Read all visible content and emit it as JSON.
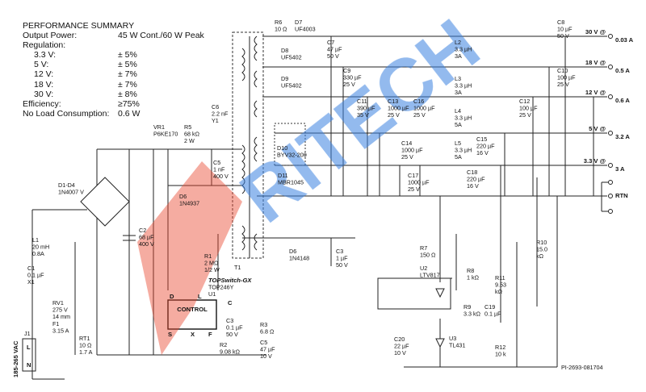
{
  "summary": {
    "title": "PERFORMANCE SUMMARY",
    "output_power_label": "Output Power:",
    "output_power_value": "45 W Cont./60 W Peak",
    "regulation_label": "Regulation:",
    "regulation": [
      {
        "rail": "3.3 V:",
        "value": "± 5%"
      },
      {
        "rail": "5 V:",
        "value": "± 5%"
      },
      {
        "rail": "12 V:",
        "value": "± 7%"
      },
      {
        "rail": "18 V:",
        "value": "± 7%"
      },
      {
        "rail": "30 V:",
        "value": "± 8%"
      }
    ],
    "efficiency_label": "Efficiency:",
    "efficiency_value": "≥75%",
    "no_load_label": "No Load Consumption:",
    "no_load_value": "0.6 W"
  },
  "outputs": [
    {
      "voltage": "30 V @",
      "current": "0.03 A"
    },
    {
      "voltage": "18 V @",
      "current": "0.5 A"
    },
    {
      "voltage": "12 V @",
      "current": "0.6 A"
    },
    {
      "voltage": "5 V @",
      "current": "3.2 A"
    },
    {
      "voltage": "3.3 V @",
      "current": "3 A"
    },
    {
      "voltage": "RTN",
      "current": ""
    }
  ],
  "components": {
    "r6": [
      "R6",
      "10 Ω"
    ],
    "d7": [
      "D7",
      "UF4003"
    ],
    "c7": [
      "C7",
      "47 µF",
      "50 V"
    ],
    "c8": [
      "C8",
      "10 µF",
      "50 V"
    ],
    "d8": [
      "D8",
      "UF5402"
    ],
    "l2": [
      "L2",
      "3.3 µH",
      "3A"
    ],
    "c9": [
      "C9",
      "330 µF",
      "25 V"
    ],
    "d9": [
      "D9",
      "UF5402"
    ],
    "l3": [
      "L3",
      "3.3 µH",
      "3A"
    ],
    "c10": [
      "C10",
      "100 µF",
      "25 V"
    ],
    "c11": [
      "C11",
      "390 µF",
      "35 V"
    ],
    "c13": [
      "C13",
      "1000 µF",
      "25 V"
    ],
    "c16": [
      "C16",
      "1000 µF",
      "25 V"
    ],
    "c12": [
      "C12",
      "100 µF",
      "25 V"
    ],
    "l4": [
      "L4",
      "3.3 µH",
      "5A"
    ],
    "c6": [
      "C6",
      "2.2 nF",
      "Y1"
    ],
    "vr1": [
      "VR1",
      "P6KE170"
    ],
    "r5": [
      "R5",
      "68 kΩ",
      "2 W"
    ],
    "c5a": [
      "C5",
      "1 nF",
      "400 V"
    ],
    "d10": [
      "D10",
      "BYV32-200"
    ],
    "c14": [
      "C14",
      "1000 µF",
      "25 V"
    ],
    "c15": [
      "C15",
      "220 µF",
      "16 V"
    ],
    "l5": [
      "L5",
      "3.3 µH",
      "5A"
    ],
    "d11": [
      "D11",
      "MBR1045"
    ],
    "c17": [
      "C17",
      "1000 µF",
      "25 V"
    ],
    "c18": [
      "C18",
      "220 µF",
      "16 V"
    ],
    "d1d4": [
      "D1-D4",
      "1N4007 V"
    ],
    "d6a": [
      "D6",
      "1N4937"
    ],
    "l1": [
      "L1",
      "20 mH",
      "0.8A"
    ],
    "c2": [
      "C2",
      "68 µF",
      "400 V"
    ],
    "c1": [
      "C1",
      "0.1 µF",
      "X1"
    ],
    "d6b": [
      "D6",
      "1N4148"
    ],
    "c3a": [
      "C3",
      "1 µF",
      "50 V"
    ],
    "t1": [
      "T1"
    ],
    "r7": [
      "R7",
      "150 Ω"
    ],
    "r10": [
      "R10",
      "15.0",
      "kΩ"
    ],
    "r1": [
      "R1",
      "2 MΩ",
      "1/2 W"
    ],
    "u2": [
      "U2",
      "LTV817"
    ],
    "r8": [
      "R8",
      "1 kΩ"
    ],
    "rv1": [
      "RV1",
      "275 V",
      "14 mm"
    ],
    "r11": [
      "R11",
      "9.53",
      "kΩ"
    ],
    "u1": [
      "TOPSwitch-GX",
      "TOP246Y",
      "U1"
    ],
    "f1": [
      "F1",
      "3.15 A"
    ],
    "j1": [
      "J1"
    ],
    "r9": [
      "R9",
      "3.3 kΩ"
    ],
    "c19": [
      "C19",
      "0.1 µF"
    ],
    "c3b": [
      "C3",
      "0.1 µF",
      "50 V"
    ],
    "r3": [
      "R3",
      "6.8 Ω"
    ],
    "rt1": [
      "RT1",
      "10 Ω",
      "1.7 A"
    ],
    "c5b": [
      "C5",
      "47 µF",
      "10 V"
    ],
    "r2": [
      "R2",
      "9.08 kΩ"
    ],
    "c20": [
      "C20",
      "22 µF",
      "10 V"
    ],
    "u3": [
      "U3",
      "TL431"
    ],
    "r12": [
      "R12",
      "10 k"
    ]
  },
  "control": {
    "label": "CONTROL",
    "pins": [
      "D",
      "L",
      "C",
      "S",
      "X",
      "F"
    ]
  },
  "input": {
    "range": "185-265 VAC",
    "pins": [
      "L",
      "N"
    ]
  },
  "figure_code": "PI-2693-081704",
  "watermark": "RITECH",
  "colors": {
    "watermark_blue": "#3b82e0",
    "watermark_red": "#e8442b"
  }
}
